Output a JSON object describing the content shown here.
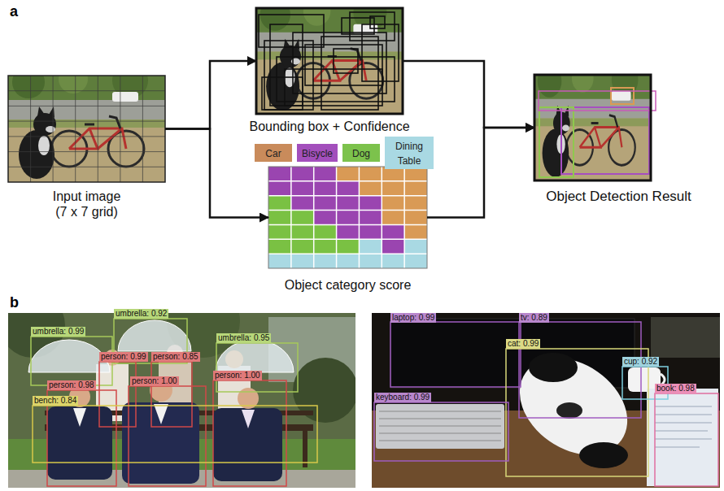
{
  "diagram": {
    "nodes": [
      {
        "text": [
          "Input image (7 x 7 grid)"
        ]
      },
      {
        "text": [
          "Bounding box + Confidence"
        ]
      },
      {
        "text": [
          "Object category score"
        ]
      },
      {
        "text": [
          "Object Detection Result"
        ]
      }
    ],
    "edges": [
      {
        "from": 0,
        "to": 1,
        "arrow": "to"
      },
      {
        "from": 0,
        "to": 2,
        "arrow": "to"
      },
      {
        "from": 1,
        "to": 3,
        "arrow": "to"
      },
      {
        "from": 2,
        "to": 3,
        "arrow": "to"
      }
    ],
    "labels": [
      "a",
      "b",
      "umbrella: 0.92",
      "umbrella: 0.99",
      "umbrella: 0.95",
      "person: 0.99",
      "person: 0.85",
      "person: 0.98",
      "person: 1.00",
      "person: 1.00",
      "bench: 0.84",
      "laptop: 0.99",
      "tv: 0.89",
      "cat: 0.99",
      "cup: 0.92",
      "keyboard: 0.99",
      "book: 0.98"
    ],
    "legend": [
      {
        "text": "Car",
        "color": "#c98b5b"
      },
      {
        "text": "Bisycle",
        "color": "#a34fbc"
      },
      {
        "text": "Dog",
        "color": "#7cc24c"
      },
      {
        "text": "Dining Table",
        "color": "#a9d9e3"
      }
    ]
  }
}
